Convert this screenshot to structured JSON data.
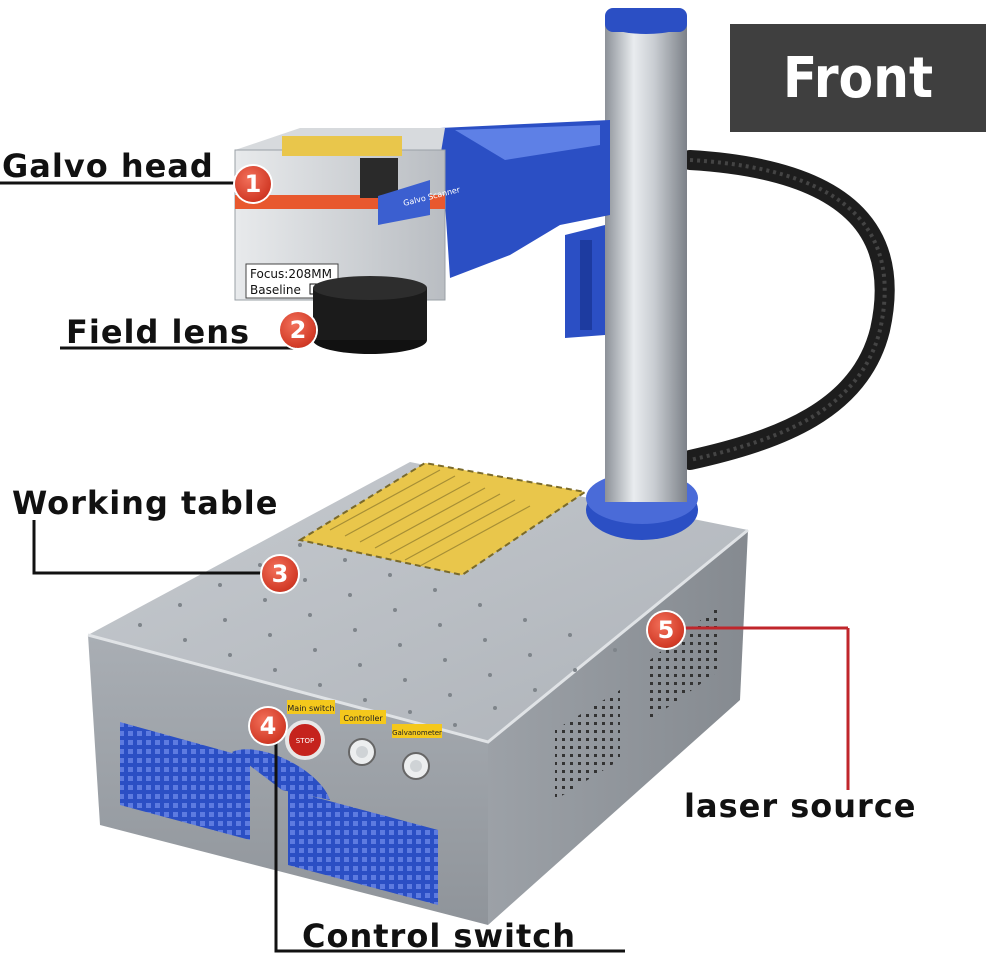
{
  "badge": {
    "label": "Front"
  },
  "callouts": [
    {
      "number": "1",
      "label": "Galvo head"
    },
    {
      "number": "2",
      "label": "Field lens"
    },
    {
      "number": "3",
      "label": "Working table"
    },
    {
      "number": "4",
      "label": "Control switch"
    },
    {
      "number": "5",
      "label": "laser source"
    }
  ],
  "machine": {
    "head_side_label": "Galvo Scanner",
    "head_focus_label": "Focus:208MM",
    "head_baseline_label": "Baseline",
    "panel_buttons": [
      {
        "label": "Main switch"
      },
      {
        "label": "Controller"
      },
      {
        "label": "Galvanometer"
      }
    ],
    "estop_label": "STOP"
  },
  "colors": {
    "accent_blue": "#2b4fc4",
    "callout_red": "#d23a26",
    "casing_gray": "#9aa0a6",
    "badge_bg": "#3f3f3f"
  }
}
